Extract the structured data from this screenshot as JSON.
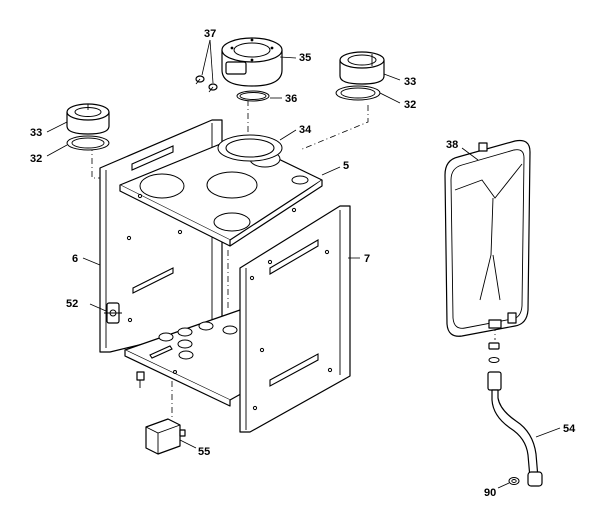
{
  "callouts": {
    "c37": "37",
    "c35": "35",
    "c33_left": "33",
    "c33_right": "33",
    "c32_left": "32",
    "c32_right": "32",
    "c36": "36",
    "c34": "34",
    "c5": "5",
    "c6": "6",
    "c7": "7",
    "c52": "52",
    "c55": "55",
    "c38": "38",
    "c54": "54",
    "c90": "90"
  },
  "colors": {
    "line": "#000000",
    "background": "#ffffff"
  }
}
